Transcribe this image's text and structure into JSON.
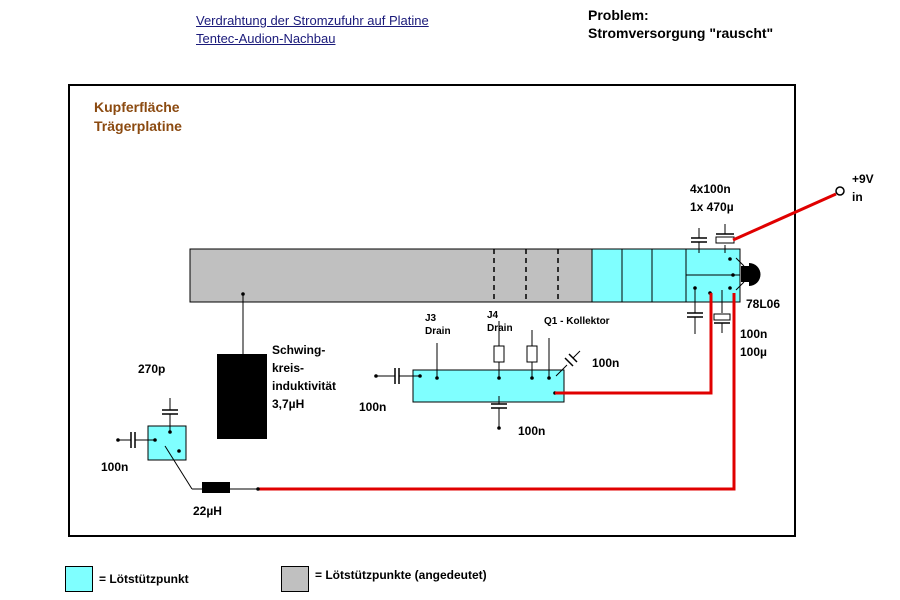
{
  "header": {
    "title_line1": "Verdrahtung der Stromzufuhr auf Platine",
    "title_line2": "Tentec-Audion-Nachbau",
    "problem_line1": "Problem:",
    "problem_line2": "Stromversorgung \"rauscht\""
  },
  "board": {
    "label_line1": "Kupferfläche",
    "label_line2": "Trägerplatine"
  },
  "labels": {
    "plus9v": "+9V",
    "in": "in",
    "caps_top_1": "4x100n",
    "caps_top_2": "1x 470µ",
    "regulator": "78L06",
    "caps_bottom_1": "100n",
    "caps_bottom_2": "100µ",
    "j3": "J3",
    "j3_sub": "Drain",
    "j4": "J4",
    "j4_sub": "Drain",
    "q1": "Q1 - Kollektor",
    "cap_100n_right": "100n",
    "cap_100n_left": "100n",
    "cap_100n_bottom": "100n",
    "inductor_1": "Schwing-",
    "inductor_2": "kreis-",
    "inductor_3": "induktivität",
    "inductor_4": "3,7µH",
    "cap_270p": "270p",
    "cap_100n_far_left": "100n",
    "choke": "22µH"
  },
  "legend": [
    {
      "color": "#7fffff",
      "label": "= Lötstützpunkt"
    },
    {
      "color": "#c0c0c0",
      "label": "= Lötstützpunkte (angedeutet)"
    }
  ],
  "colors": {
    "solder_pad": "#7fffff",
    "solder_pad_hint": "#c0c0c0",
    "wire": "#e00000",
    "board_label": "#8b4a10"
  }
}
